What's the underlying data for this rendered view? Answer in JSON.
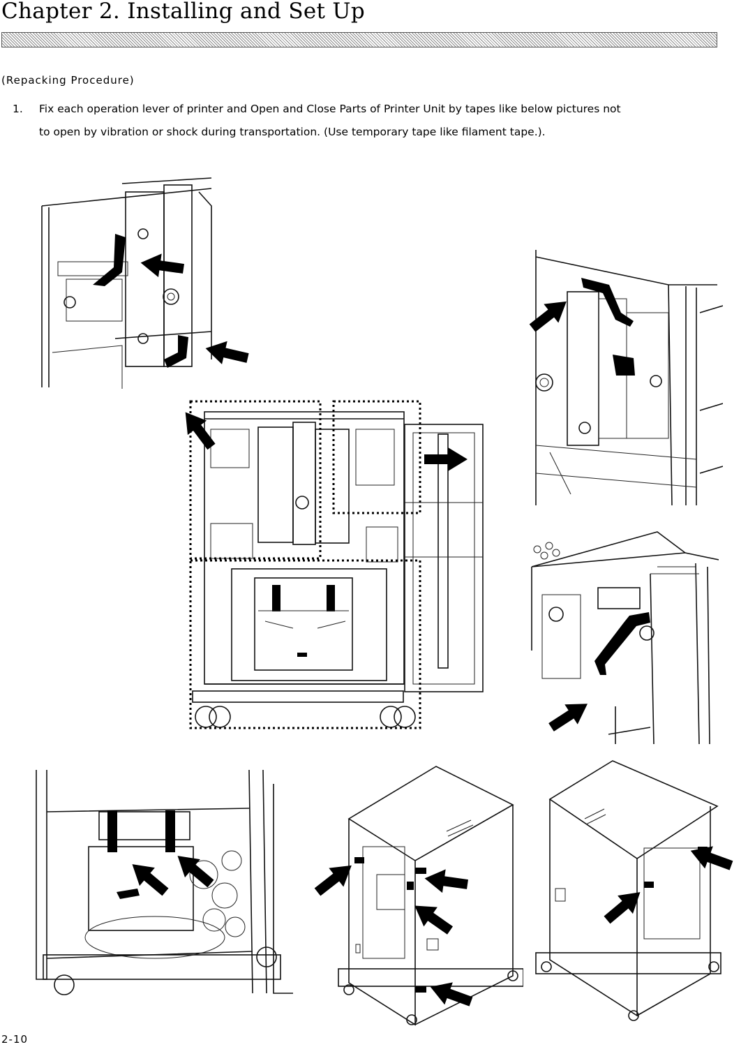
{
  "header": {
    "chapter_title": "Chapter 2. Installing and Set Up"
  },
  "section": {
    "subtitle": "(Repacking Procedure)"
  },
  "steps": [
    {
      "number": "1.",
      "line1": "Fix each operation lever of printer and Open and Close Parts of Printer Unit by tapes like below pictures not",
      "line2": "to open by vibration or shock during transportation. (Use temporary tape like filament tape.)."
    }
  ],
  "footer": {
    "page_number": "2-10"
  },
  "figures": [
    {
      "name": "top-left-detail",
      "icon": "printer-lever-taped"
    },
    {
      "name": "top-right-detail",
      "icon": "printer-lever-taped"
    },
    {
      "name": "center-front-view",
      "icon": "printer-open-front"
    },
    {
      "name": "middle-right-detail",
      "icon": "printer-cover-taped"
    },
    {
      "name": "bottom-left-detail",
      "icon": "paper-tray-taped"
    },
    {
      "name": "bottom-cabinet-front",
      "icon": "cabinet-taped"
    },
    {
      "name": "bottom-cabinet-rear",
      "icon": "cabinet-taped"
    }
  ]
}
